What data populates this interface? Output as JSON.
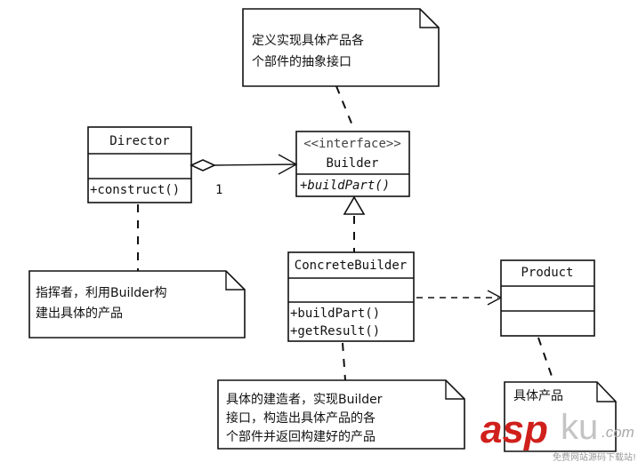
{
  "notes": {
    "builder_note": [
      "定义实现具体产品各",
      "个部件的抽象接口"
    ],
    "director_note": [
      "指挥者，利用Builder构",
      "建出具体的产品"
    ],
    "concrete_note": [
      "具体的建造者，实现Builder",
      "接口，构造出具体产品的各",
      "个部件并返回构建好的产品"
    ],
    "product_note": [
      "具体产品"
    ]
  },
  "classes": {
    "director": {
      "name": "Director",
      "method": "+construct()"
    },
    "builder": {
      "stereotype": "<<interface>>",
      "name": "Builder",
      "method": "+buildPart()"
    },
    "concrete_builder": {
      "name": "ConcreteBuilder",
      "methods": [
        "+buildPart()",
        "+getResult()"
      ]
    },
    "product": {
      "name": "Product"
    }
  },
  "relations": {
    "aggregation_multiplicity": "1"
  },
  "watermark": {
    "brand_red": "asp",
    "brand_gray": "ku",
    "domain": ".com",
    "tagline": "免费网站源码下载站!",
    "red": "#d0201c",
    "gray": "#b8b8b8"
  }
}
